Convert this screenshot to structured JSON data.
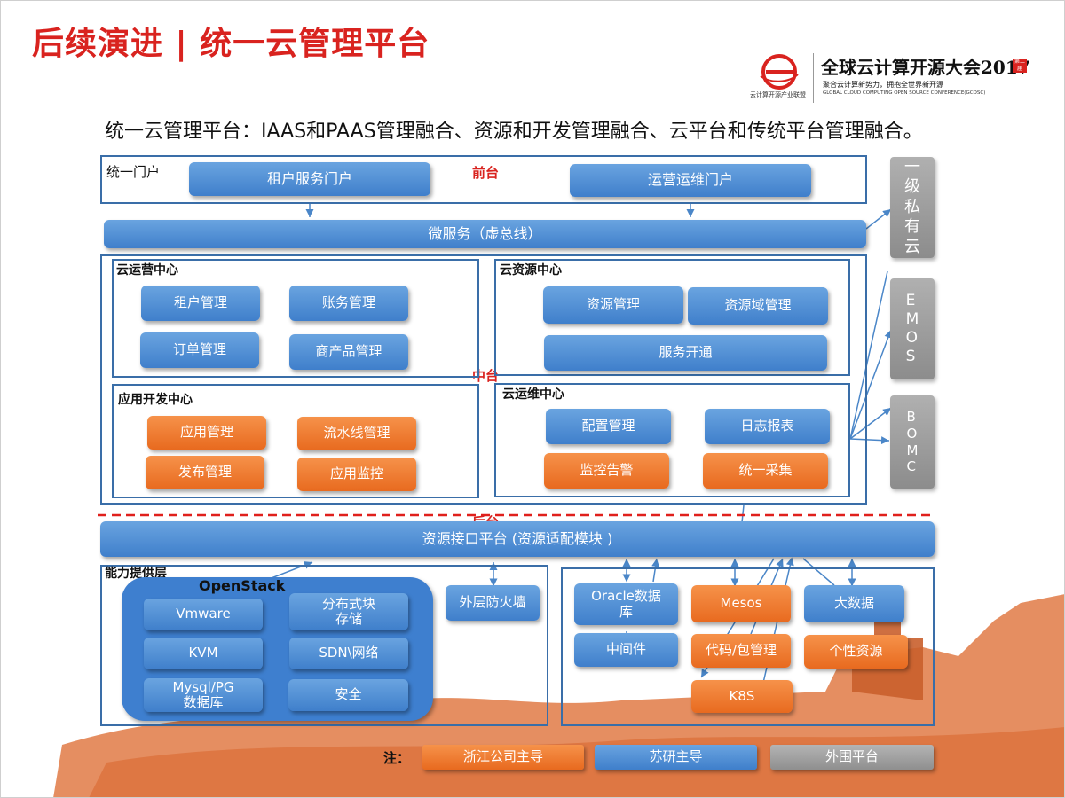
{
  "header": {
    "title": "后续演进 | 统一云管理平台",
    "subtitle": "统一云管理平台：IAAS和PAAS管理融合、资源和开发管理融合、云平台和传统平台管理融合。"
  },
  "logo": {
    "main": "全球云计算开源大会2017",
    "tag": "第二届",
    "line1": "聚合云计算新势力，拥抱全世界新开源",
    "line2": "GLOBAL CLOUD COMPUTING OPEN SOURCE CONFERENCE(GCOSC)",
    "org": "云计算开源产业联盟",
    "icon": "e-logo-icon"
  },
  "tiers": {
    "front": "前台",
    "middle": "中台",
    "back": "后台"
  },
  "portal": {
    "label": "统一门户",
    "tenant": "租户服务门户",
    "ops": "运营运维门户"
  },
  "microservice": "微服务（虚总线）",
  "ops_center": {
    "label": "云运营中心",
    "items": [
      "租户管理",
      "账务管理",
      "订单管理",
      "商产品管理"
    ]
  },
  "res_center": {
    "label": "云资源中心",
    "items": [
      "资源管理",
      "资源域管理",
      "服务开通"
    ]
  },
  "dev_center": {
    "label": "应用开发中心",
    "items": [
      "应用管理",
      "流水线管理",
      "发布管理",
      "应用监控"
    ]
  },
  "om_center": {
    "label": "云运维中心",
    "items": [
      "配置管理",
      "日志报表",
      "监控告警",
      "统一采集"
    ]
  },
  "resource_api": "资源接口平台 (资源适配模块 )",
  "capability": {
    "label": "能力提供层",
    "openstack": "OpenStack",
    "os_items": [
      "Vmware",
      "分布式块\n存储",
      "KVM",
      "SDN\\网络",
      "Mysql/PG\n数据库",
      "安全"
    ],
    "firewall": "外层防火墙",
    "right_items": [
      "Oracle数据\n库",
      "Mesos",
      "大数据",
      "中间件",
      "代码/包管理",
      "个性资源",
      "K8S"
    ]
  },
  "side": [
    "一\n级\n私\n有\n云",
    "E\nM\nO\nS",
    "B\nO\nM\nC"
  ],
  "legend": {
    "note": "注：",
    "orange": "浙江公司主导",
    "blue": "苏研主导",
    "gray": "外围平台"
  },
  "colors": {
    "title_red": "#d9231f",
    "blue": "#3f7fcb",
    "orange": "#e86a1f",
    "gray": "#8f8f8f",
    "frame": "#3a6ea8",
    "decor": "#e07a45"
  }
}
